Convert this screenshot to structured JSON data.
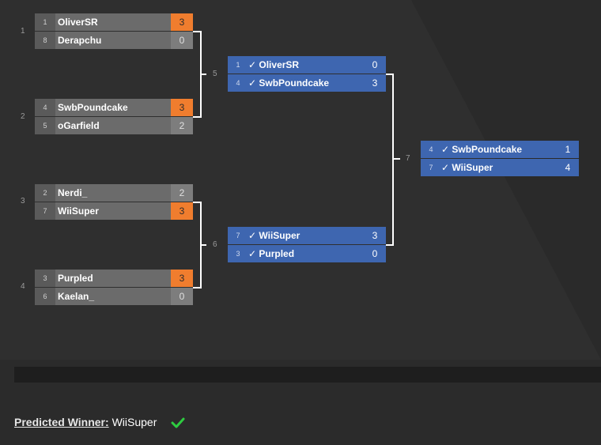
{
  "matches": [
    {
      "num": "1",
      "p1": {
        "seed": "1",
        "name": "OliverSR",
        "score": "3"
      },
      "p2": {
        "seed": "8",
        "name": "Derapchu",
        "score": "0"
      }
    },
    {
      "num": "2",
      "p1": {
        "seed": "4",
        "name": "SwbPoundcake",
        "score": "3"
      },
      "p2": {
        "seed": "5",
        "name": "oGarfield",
        "score": "2"
      }
    },
    {
      "num": "3",
      "p1": {
        "seed": "2",
        "name": "Nerdi_",
        "score": "2"
      },
      "p2": {
        "seed": "7",
        "name": "WiiSuper",
        "score": "3"
      }
    },
    {
      "num": "4",
      "p1": {
        "seed": "3",
        "name": "Purpled",
        "score": "3"
      },
      "p2": {
        "seed": "6",
        "name": "Kaelan_",
        "score": "0"
      }
    },
    {
      "num": "5",
      "p1": {
        "seed": "1",
        "name": "✓ OliverSR",
        "score": "0"
      },
      "p2": {
        "seed": "4",
        "name": "✓ SwbPoundcake",
        "score": "3"
      }
    },
    {
      "num": "6",
      "p1": {
        "seed": "7",
        "name": "✓ WiiSuper",
        "score": "3"
      },
      "p2": {
        "seed": "3",
        "name": "✓ Purpled",
        "score": "0"
      }
    },
    {
      "num": "7",
      "p1": {
        "seed": "4",
        "name": "✓ SwbPoundcake",
        "score": "1"
      },
      "p2": {
        "seed": "7",
        "name": "✓ WiiSuper",
        "score": "4"
      }
    }
  ],
  "predicted": {
    "label": "Predicted Winner:",
    "winner": "WiiSuper"
  },
  "colors": {
    "accent_win": "#f07d2e",
    "pick_blue": "#3e66b0",
    "check_green": "#2ecc40"
  },
  "icons": {
    "check": "check-icon"
  }
}
